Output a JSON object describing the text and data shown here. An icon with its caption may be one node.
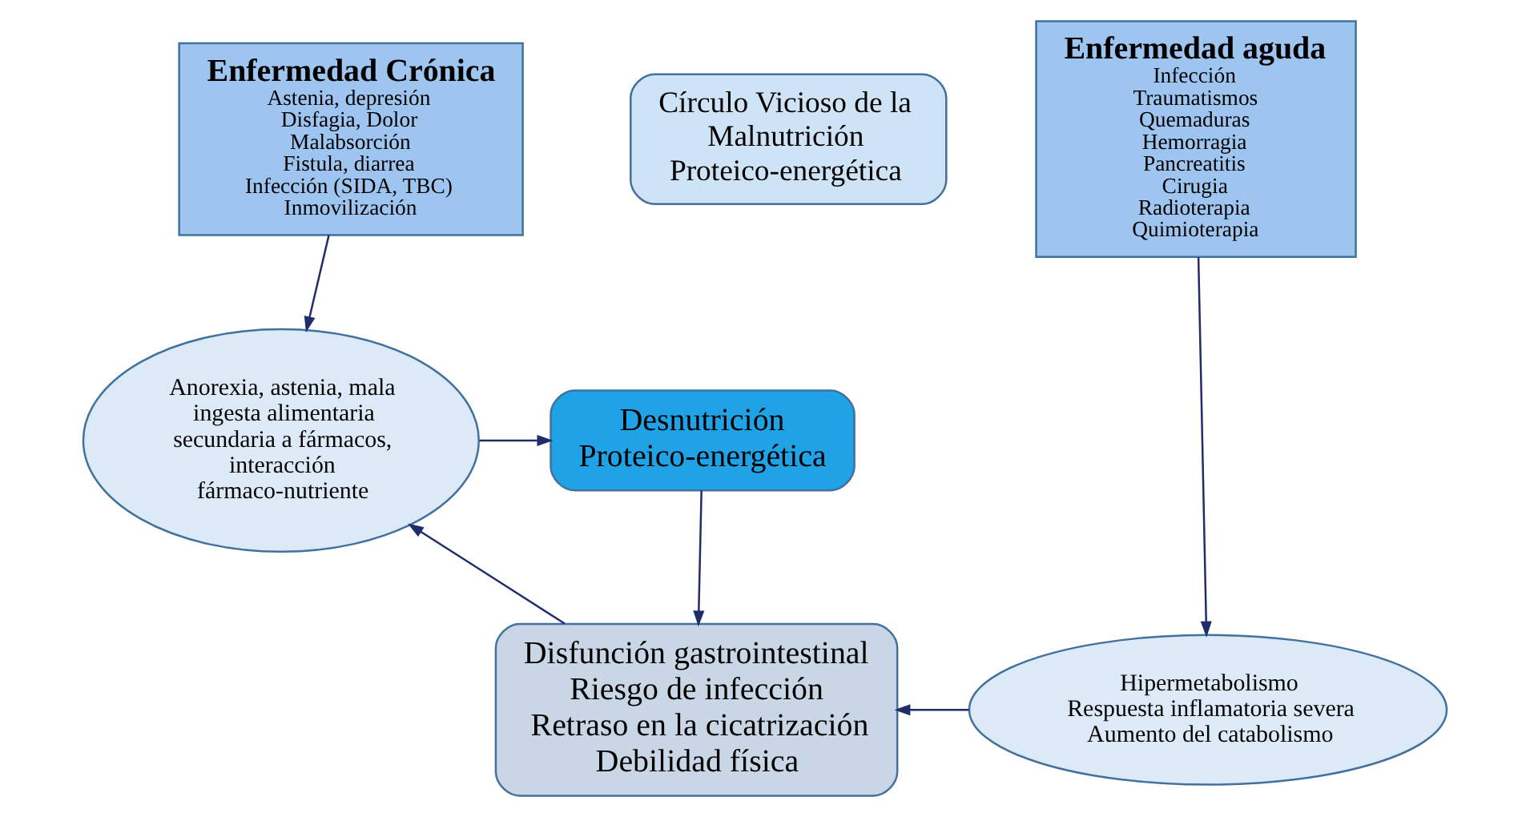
{
  "diagram": {
    "nodes": [
      {
        "text": [
          "Enfermedad Crónica",
          "Astenia, depresión",
          "Disfagia, Dolor",
          "Malabsorción",
          "Fistula, diarrea",
          "Infección (SIDA, TBC)",
          "Inmovilización"
        ]
      },
      {
        "text": [
          "Círculo Vicioso de la Malnutrición Proteico-energética"
        ]
      },
      {
        "text": [
          "Enfermedad aguda",
          "Infección",
          "Traumatismos",
          "Quemaduras",
          "Hemorragia",
          "Pancreatitis",
          "Cirugia",
          "Radioterapia",
          "Quimioterapia"
        ]
      },
      {
        "text": [
          "Anorexia, astenia, mala ingesta alimentaria secundaria a fármacos, interacción fármaco-nutriente"
        ]
      },
      {
        "text": [
          "Desnutrición Proteico-energética"
        ]
      },
      {
        "text": [
          "Disfunción gastrointestinal",
          "Riesgo de infección",
          "Retraso en la cicatrización",
          "Debilidad física"
        ]
      },
      {
        "text": [
          "Hipermetabolismo",
          "Respuesta inflamatoria severa",
          "Aumento del catabolismo"
        ]
      }
    ],
    "edges": [
      {
        "from": 0,
        "to": 3,
        "arrow": "to"
      },
      {
        "from": 3,
        "to": 4,
        "arrow": "to"
      },
      {
        "from": 4,
        "to": 5,
        "arrow": "to"
      },
      {
        "from": 5,
        "to": 3,
        "arrow": "to"
      },
      {
        "from": 2,
        "to": 6,
        "arrow": "to"
      },
      {
        "from": 6,
        "to": 5,
        "arrow": "to"
      }
    ]
  }
}
